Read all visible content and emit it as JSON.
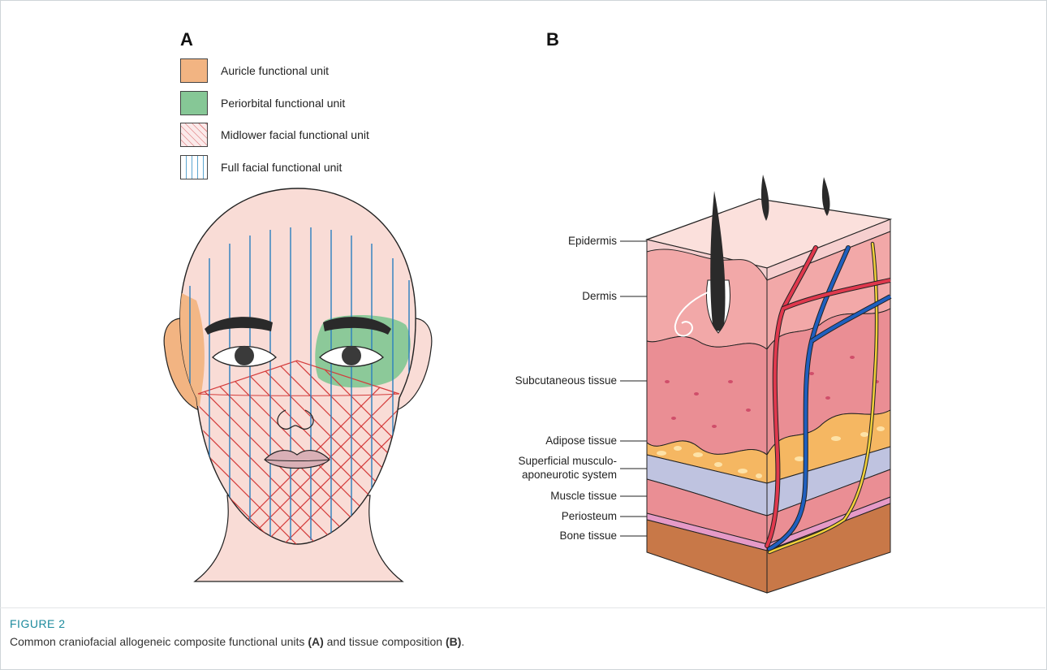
{
  "figure": {
    "panel_a_letter": "A",
    "panel_b_letter": "B",
    "caption_heading": "FIGURE 2",
    "caption_part1": "Common craniofacial allogeneic composite functional units ",
    "caption_ref_a": "(A)",
    "caption_part2": " and tissue composition ",
    "caption_ref_b": "(B)",
    "caption_end": "."
  },
  "legend": [
    {
      "label": "Auricle functional unit",
      "color": "#f2b482"
    },
    {
      "label": "Periorbital functional unit",
      "color": "#86c796"
    },
    {
      "label": "Midlower facial functional unit",
      "color": "#e2898b"
    },
    {
      "label": "Full facial functional unit",
      "color": "#5da7d1"
    }
  ],
  "skin_layers": {
    "epidermis": "Epidermis",
    "dermis": "Dermis",
    "subcutaneous": "Subcutaneous tissue",
    "adipose": "Adipose tissue",
    "smas_line1": "Superficial musculo-",
    "smas_line2": "aponeurotic system",
    "muscle": "Muscle tissue",
    "periosteum": "Periosteum",
    "bone": "Bone tissue"
  }
}
